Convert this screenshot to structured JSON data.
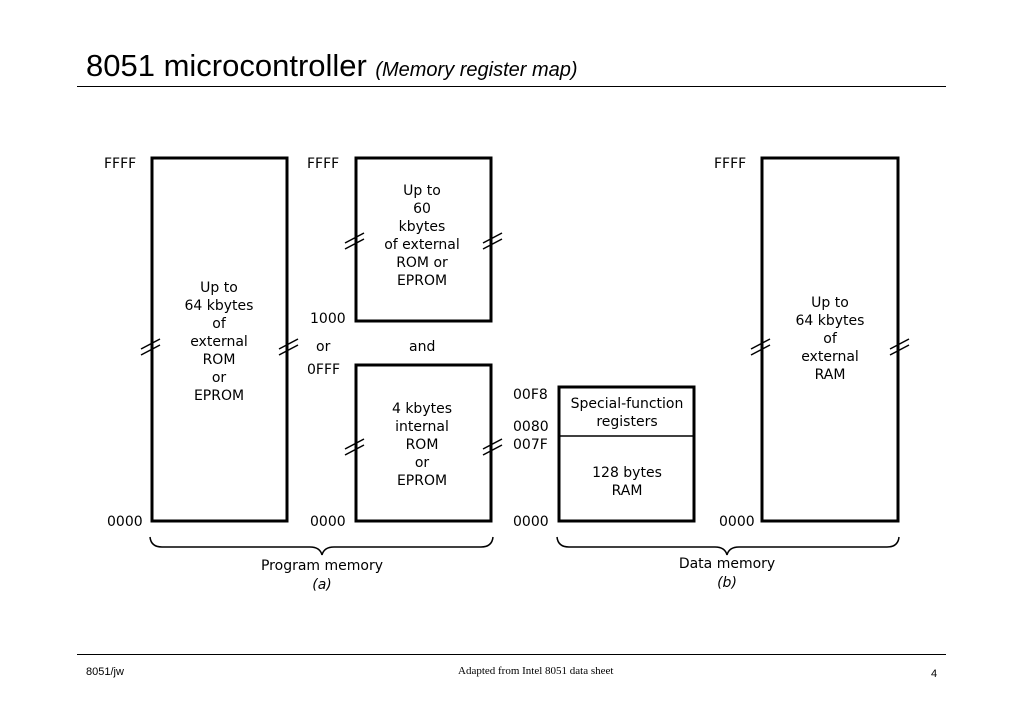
{
  "title": {
    "main": "8051 microcontroller",
    "sub": "(Memory register map)"
  },
  "footer": {
    "left": "8051/jw",
    "center": "Adapted from Intel 8051 data sheet",
    "page": "4"
  },
  "diagram": {
    "program_memory": {
      "external_64k": {
        "top_addr": "FFFF",
        "bottom_addr": "0000",
        "lines": [
          "Up to",
          "64 kbytes",
          "of",
          "external",
          "ROM",
          "or",
          "EPROM"
        ]
      },
      "external_60k": {
        "top_addr": "FFFF",
        "bottom_addr": "1000",
        "lines": [
          "Up to",
          "60",
          "kbytes",
          "of external",
          "ROM or",
          "EPROM"
        ]
      },
      "or_label": "or",
      "and_label": "and",
      "internal_4k": {
        "top_addr": "0FFF",
        "bottom_addr": "0000",
        "lines": [
          "4 kbytes",
          "internal",
          "ROM",
          "or",
          "EPROM"
        ]
      },
      "brace_label": "Program memory",
      "sub_label": "(a)"
    },
    "data_memory": {
      "internal": {
        "addr_top": "00F8",
        "addr_mid_a": "0080",
        "addr_mid_b": "007F",
        "addr_bottom": "0000",
        "sfr_lines": [
          "Special-function",
          "registers"
        ],
        "ram_lines": [
          "128 bytes",
          "RAM"
        ]
      },
      "external_ram": {
        "top_addr": "FFFF",
        "bottom_addr": "0000",
        "lines": [
          "Up to",
          "64 kbytes",
          "of",
          "external",
          "RAM"
        ]
      },
      "brace_label": "Data memory",
      "sub_label": "(b)"
    }
  }
}
